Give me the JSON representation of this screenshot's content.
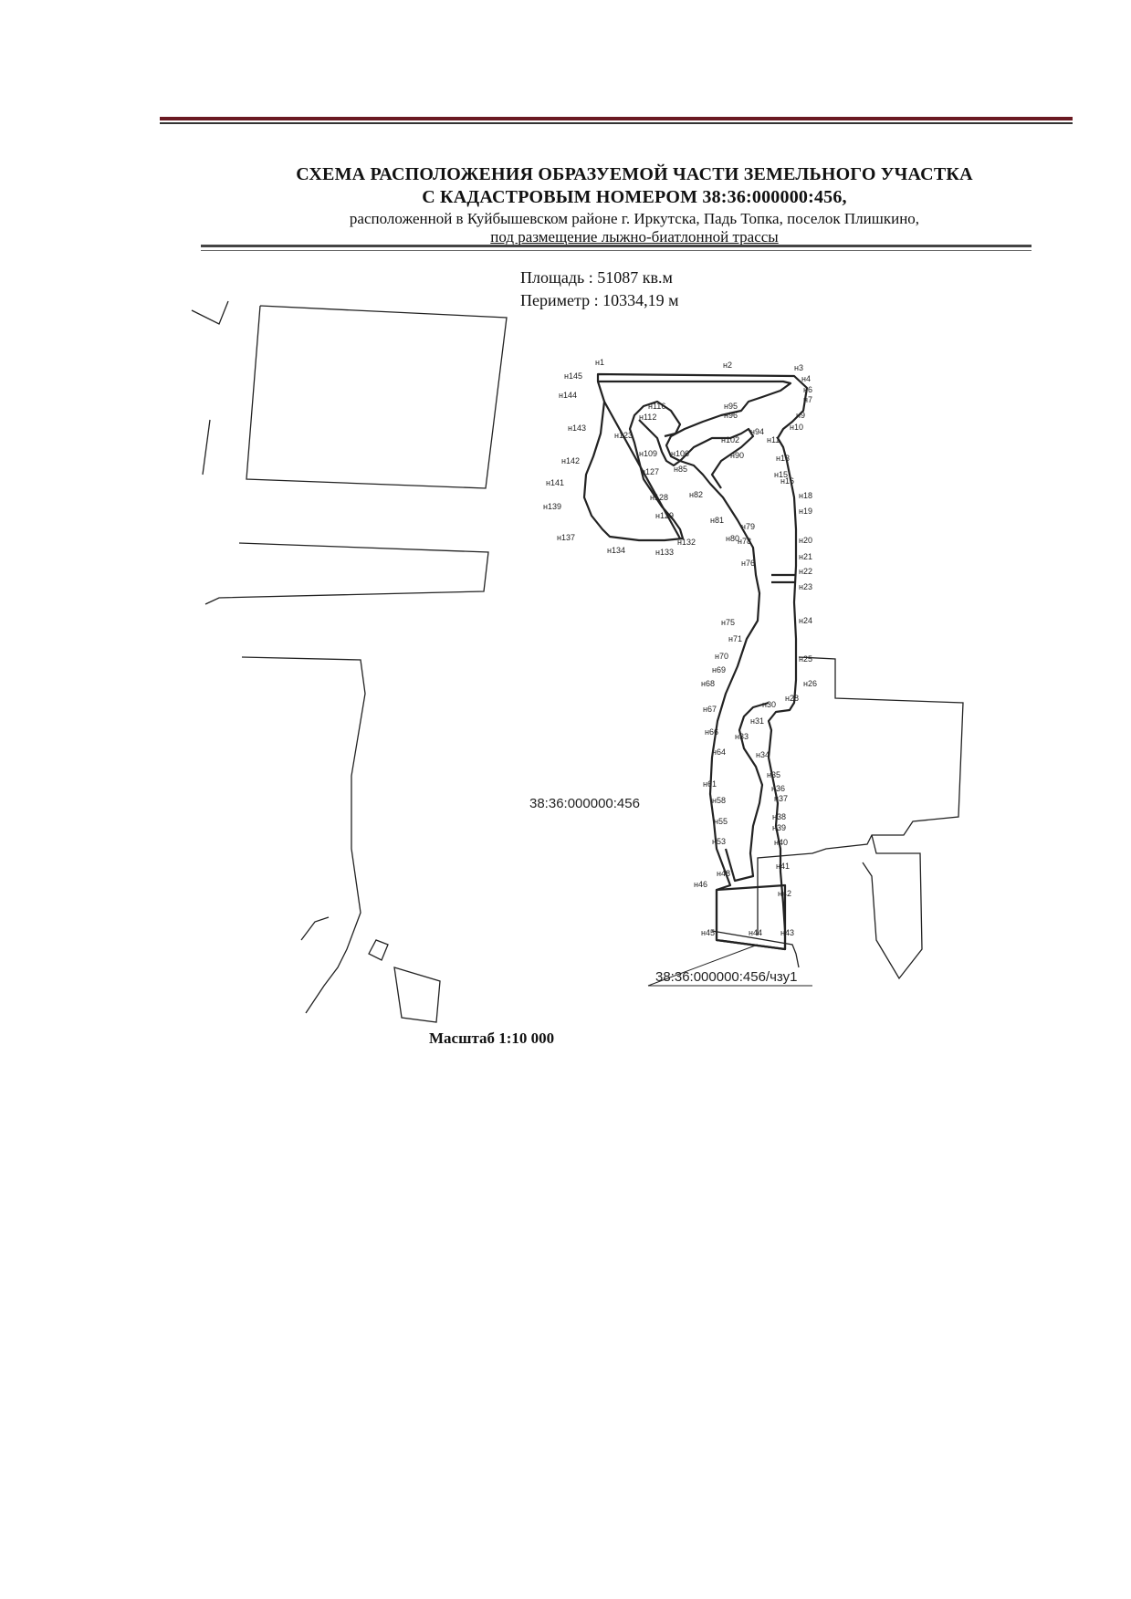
{
  "header": {
    "title_line1": "СХЕМА РАСПОЛОЖЕНИЯ ОБРАЗУЕМОЙ ЧАСТИ ЗЕМЕЛЬНОГО УЧАСТКА",
    "title_line2": "С КАДАСТРОВЫМ НОМЕРОМ 38:36:000000:456,",
    "sub_line1": "расположенной в  Куйбышевском  районе  г. Иркутска, Падь Топка, поселок Плишкино,",
    "sub_line2": "под размещение лыжно-биатлонной трассы"
  },
  "stats": {
    "area_label": "Площадь :",
    "area_value": "51087 кв.м",
    "perimeter_label": "Периметр :",
    "perimeter_value": "10334,19 м"
  },
  "map": {
    "parcel_label": "38:36:000000:456",
    "part_label": "38:36:000000:456/чзу1",
    "point_labels": [
      "н1",
      "н2",
      "н3",
      "н4",
      "н6",
      "н7",
      "н9",
      "н10",
      "н11",
      "н13",
      "н15",
      "н16",
      "н18",
      "н19",
      "н20",
      "н21",
      "н22",
      "н23",
      "н24",
      "н25",
      "н26",
      "н28",
      "н30",
      "н31",
      "н33",
      "н34",
      "н35",
      "н36",
      "н37",
      "н38",
      "н39",
      "н40",
      "н41",
      "н42",
      "н43",
      "н44",
      "н45",
      "н46",
      "н48",
      "н53",
      "н55",
      "н58",
      "н61",
      "н64",
      "н66",
      "н67",
      "н68",
      "н69",
      "н70",
      "н71",
      "н75",
      "н76",
      "н78",
      "н79",
      "н80",
      "н81",
      "н82",
      "н85",
      "н90",
      "н94",
      "н95",
      "н96",
      "н102",
      "н106",
      "н109",
      "н112",
      "н116",
      "н123",
      "н127",
      "н128",
      "н129",
      "н132",
      "н133",
      "н134",
      "н137",
      "н139",
      "н141",
      "н142",
      "н143",
      "н144",
      "н145"
    ]
  },
  "footer": {
    "scale": "Масштаб 1:10 000"
  }
}
